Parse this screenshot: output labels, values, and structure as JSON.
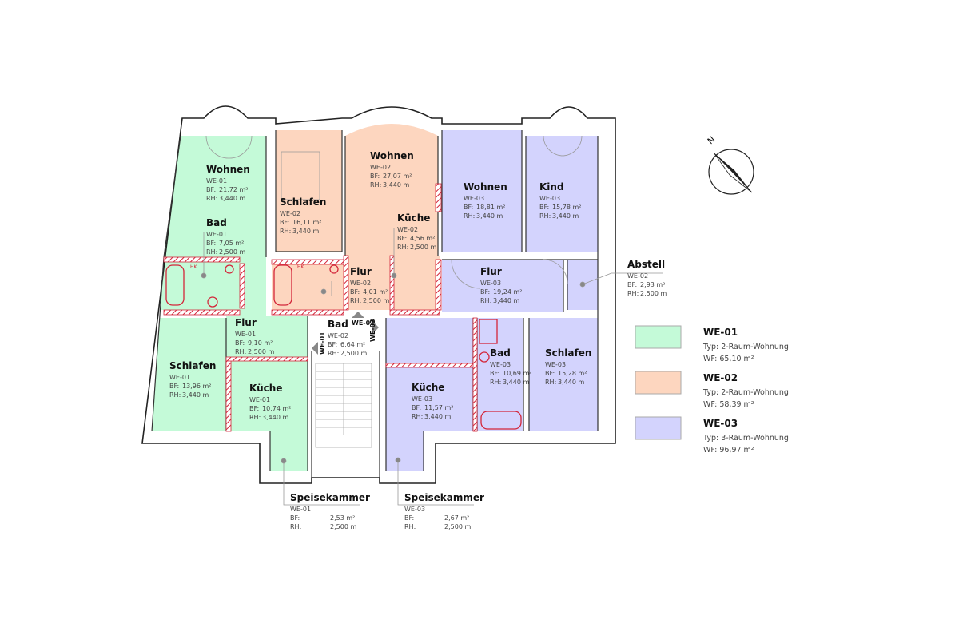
{
  "colors": {
    "we01": "#c4fad8",
    "we02": "#fdd6bf",
    "we03": "#d3d3fd",
    "walls": "#222222",
    "installations": "#d3263a"
  },
  "rooms": [
    {
      "name": "Wohnen",
      "unit": "WE-01",
      "bf_label": "BF:",
      "bf": "21,72 m²",
      "rh_label": "RH:",
      "rh": "3,440 m"
    },
    {
      "name": "Bad",
      "unit": "WE-01",
      "bf_label": "BF:",
      "bf": "7,05 m²",
      "rh_label": "RH:",
      "rh": "2,500 m"
    },
    {
      "name": "Flur",
      "unit": "WE-01",
      "bf_label": "BF:",
      "bf": "9,10 m²",
      "rh_label": "RH:",
      "rh": "2,500 m"
    },
    {
      "name": "Schlafen",
      "unit": "WE-01",
      "bf_label": "BF:",
      "bf": "13,96 m²",
      "rh_label": "RH:",
      "rh": "3,440 m"
    },
    {
      "name": "Küche",
      "unit": "WE-01",
      "bf_label": "BF:",
      "bf": "10,74 m²",
      "rh_label": "RH:",
      "rh": "3,440 m"
    },
    {
      "name": "Speisekammer",
      "unit": "WE-01",
      "bf_label": "BF:",
      "bf": "2,53 m²",
      "rh_label": "RH:",
      "rh": "2,500 m"
    },
    {
      "name": "Schlafen",
      "unit": "WE-02",
      "bf_label": "BF:",
      "bf": "16,11 m²",
      "rh_label": "RH:",
      "rh": "3,440 m"
    },
    {
      "name": "Wohnen",
      "unit": "WE-02",
      "bf_label": "BF:",
      "bf": "27,07 m²",
      "rh_label": "RH:",
      "rh": "3,440 m"
    },
    {
      "name": "Küche",
      "unit": "WE-02",
      "bf_label": "BF:",
      "bf": "4,56 m²",
      "rh_label": "RH:",
      "rh": "2,500 m"
    },
    {
      "name": "Flur",
      "unit": "WE-02",
      "bf_label": "BF:",
      "bf": "4,01 m²",
      "rh_label": "RH:",
      "rh": "2,500 m"
    },
    {
      "name": "Bad",
      "unit": "WE-02",
      "bf_label": "BF:",
      "bf": "6,64 m²",
      "rh_label": "RH:",
      "rh": "2,500 m"
    },
    {
      "name": "Abstell",
      "unit": "WE-02",
      "bf_label": "BF:",
      "bf": "2,93 m²",
      "rh_label": "RH:",
      "rh": "2,500 m"
    },
    {
      "name": "Wohnen",
      "unit": "WE-03",
      "bf_label": "BF:",
      "bf": "18,81 m²",
      "rh_label": "RH:",
      "rh": "3,440 m"
    },
    {
      "name": "Kind",
      "unit": "WE-03",
      "bf_label": "BF:",
      "bf": "15,78 m²",
      "rh_label": "RH:",
      "rh": "3,440 m"
    },
    {
      "name": "Flur",
      "unit": "WE-03",
      "bf_label": "BF:",
      "bf": "19,24 m²",
      "rh_label": "RH:",
      "rh": "3,440 m"
    },
    {
      "name": "Küche",
      "unit": "WE-03",
      "bf_label": "BF:",
      "bf": "11,57 m²",
      "rh_label": "RH:",
      "rh": "3,440 m"
    },
    {
      "name": "Bad",
      "unit": "WE-03",
      "bf_label": "BF:",
      "bf": "10,69 m²",
      "rh_label": "RH:",
      "rh": "3,440 m"
    },
    {
      "name": "Schlafen",
      "unit": "WE-03",
      "bf_label": "BF:",
      "bf": "15,28 m²",
      "rh_label": "RH:",
      "rh": "3,440 m"
    },
    {
      "name": "Speisekammer",
      "unit": "WE-03",
      "bf_label": "BF:",
      "bf": "2,67 m²",
      "rh_label": "RH:",
      "rh": "2,500 m"
    }
  ],
  "stair_markers": [
    "WE-01",
    "WE-02",
    "WE-03"
  ],
  "fixture_labels": {
    "radiator": "HK"
  },
  "compass": {
    "label": "N"
  },
  "legend": [
    {
      "unit": "WE-01",
      "type": "Typ: 2-Raum-Wohnung",
      "area": "WF: 65,10 m²",
      "color": "#c4fad8"
    },
    {
      "unit": "WE-02",
      "type": "Typ: 2-Raum-Wohnung",
      "area": "WF: 58,39 m²",
      "color": "#fdd6bf"
    },
    {
      "unit": "WE-03",
      "type": "Typ: 3-Raum-Wohnung",
      "area": "WF: 96,97 m²",
      "color": "#d3d3fd"
    }
  ]
}
